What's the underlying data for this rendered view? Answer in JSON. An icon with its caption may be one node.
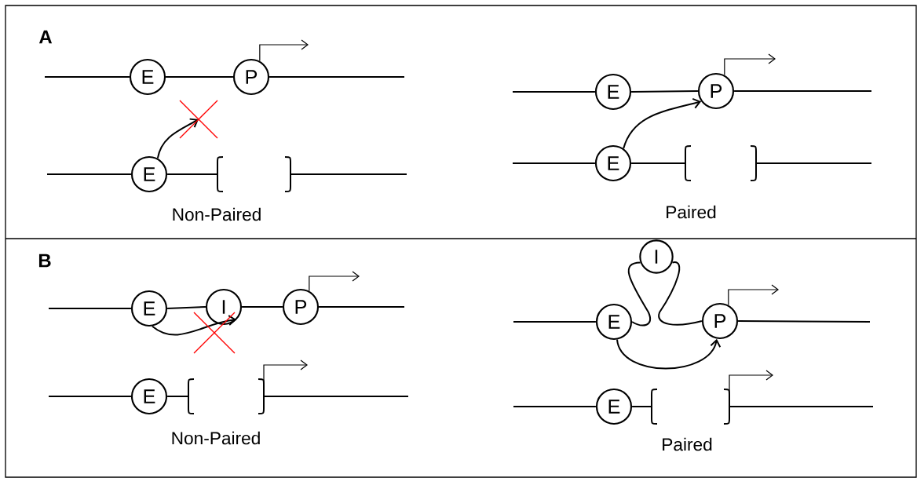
{
  "diagram": {
    "nodes": [
      {
        "text": [
          "E"
        ]
      },
      {
        "text": [
          "P"
        ]
      },
      {
        "text": [
          "E"
        ]
      },
      {
        "text": [
          "E"
        ]
      },
      {
        "text": [
          "P"
        ]
      },
      {
        "text": [
          "E"
        ]
      },
      {
        "text": [
          "E"
        ]
      },
      {
        "text": [
          "I"
        ]
      },
      {
        "text": [
          "P"
        ]
      },
      {
        "text": [
          "E"
        ]
      },
      {
        "text": [
          "I"
        ]
      },
      {
        "text": [
          "E"
        ]
      },
      {
        "text": [
          "P"
        ]
      },
      {
        "text": [
          "E"
        ]
      }
    ],
    "edges": [
      {
        "from": 0,
        "to": 1,
        "arrow": "none"
      },
      {
        "from": 1,
        "to": null,
        "arrow": "to"
      },
      {
        "from": 2,
        "to": null,
        "arrow": "to"
      },
      {
        "from": 3,
        "to": 4,
        "arrow": "none"
      },
      {
        "from": 4,
        "to": null,
        "arrow": "to"
      },
      {
        "from": 5,
        "to": 4,
        "arrow": "to"
      },
      {
        "from": 6,
        "to": 7,
        "arrow": "none"
      },
      {
        "from": 7,
        "to": 8,
        "arrow": "none"
      },
      {
        "from": 8,
        "to": null,
        "arrow": "to"
      },
      {
        "from": 6,
        "to": 7,
        "arrow": "to"
      },
      {
        "from": 11,
        "to": 10,
        "arrow": "none"
      },
      {
        "from": 10,
        "to": 12,
        "arrow": "none"
      },
      {
        "from": 12,
        "to": null,
        "arrow": "to"
      },
      {
        "from": 11,
        "to": 12,
        "arrow": "to"
      }
    ],
    "labels": [
      "A",
      "Non-Paired",
      "Paired",
      "B",
      "Non-Paired",
      "Paired"
    ]
  }
}
